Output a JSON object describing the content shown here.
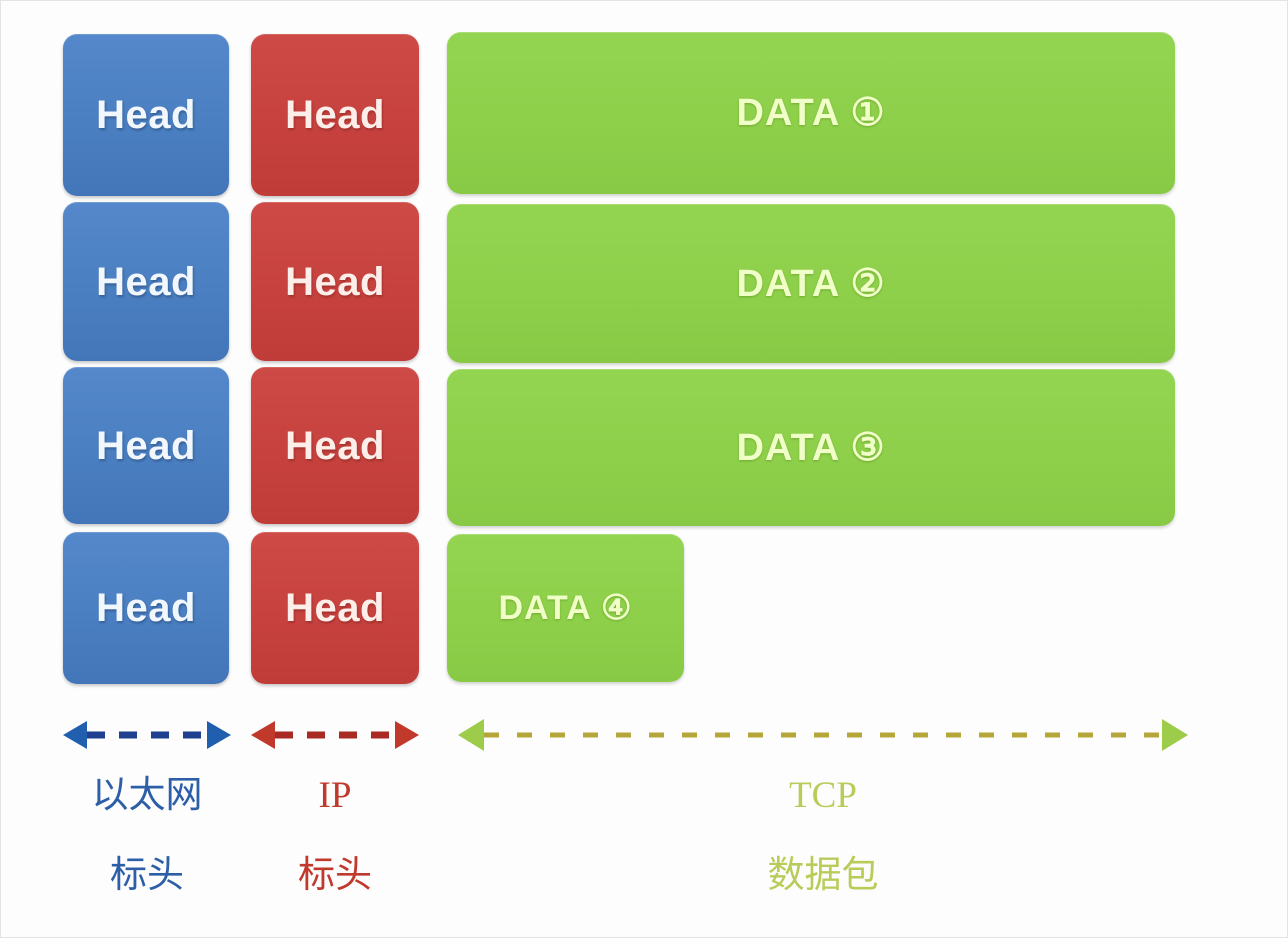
{
  "diagram": {
    "title": "TCP/IP packet encapsulation layout",
    "background_color": "#fdfdfd",
    "colors": {
      "ethernet": "#4a7fc1",
      "ip": "#c7423f",
      "data": "#8ed04a",
      "data_text": "#f0ffc8",
      "caption_ethernet": "#2d5fa8",
      "caption_ip": "#c0392b",
      "caption_tcp": "#b8cc5a"
    }
  },
  "rows": [
    {
      "ethernet_head": "Head",
      "ip_head": "Head",
      "data_label": "DATA ①",
      "data_full_width": true
    },
    {
      "ethernet_head": "Head",
      "ip_head": "Head",
      "data_label": "DATA ②",
      "data_full_width": true
    },
    {
      "ethernet_head": "Head",
      "ip_head": "Head",
      "data_label": "DATA ③",
      "data_full_width": true
    },
    {
      "ethernet_head": "Head",
      "ip_head": "Head",
      "data_label": "DATA ④",
      "data_full_width": false
    }
  ],
  "measures": [
    {
      "id": "ethernet",
      "arrow_color": "#1f5fad",
      "arrow_style": "double-headed-dashed",
      "caption_top": "以太网",
      "caption_bottom": "标头"
    },
    {
      "id": "ip",
      "arrow_color": "#c0392b",
      "arrow_style": "double-headed-dashed",
      "caption_top": "IP",
      "caption_bottom": "标头"
    },
    {
      "id": "tcp",
      "arrow_color": "#9ccc4a",
      "arrow_style": "double-headed-dashed",
      "caption_top": "TCP",
      "caption_bottom": "数据包"
    }
  ]
}
